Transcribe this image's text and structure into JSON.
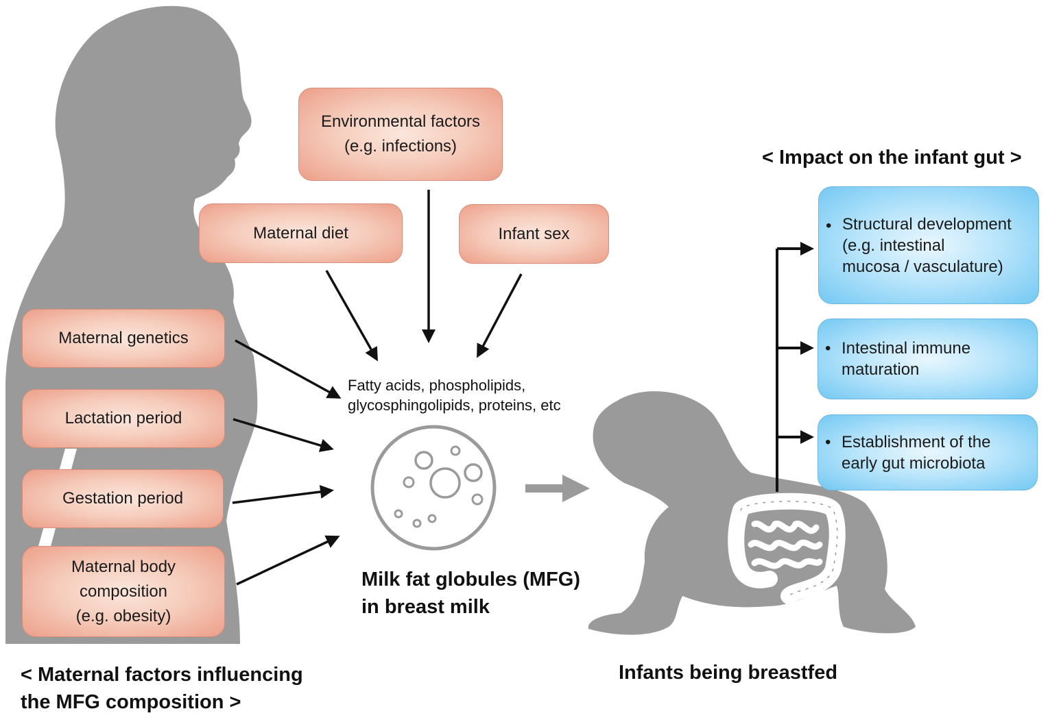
{
  "colors": {
    "silhouette": "#9a9a9a",
    "maternal_box": "#f6cdbd",
    "impact_box": "#b9e5fb",
    "arrow": "#111111",
    "mfg_arrow": "#9a9a9a"
  },
  "maternal_factors": {
    "heading": [
      "< Maternal factors influencing",
      "the MFG composition >"
    ],
    "environmental": [
      "Environmental factors",
      "(e.g. infections)"
    ],
    "diet": "Maternal diet",
    "infant_sex": "Infant sex",
    "genetics": "Maternal genetics",
    "lactation": "Lactation period",
    "gestation": "Gestation period",
    "body_composition": [
      "Maternal body",
      "composition",
      "(e.g. obesity)"
    ]
  },
  "mfg": {
    "components": [
      "Fatty acids, phospholipids,",
      "glycosphingolipids, proteins, etc"
    ],
    "label": [
      "Milk fat globules (MFG)",
      "in breast milk"
    ]
  },
  "infant": {
    "label": "Infants being breastfed"
  },
  "impact": {
    "heading": "< Impact on the infant gut >",
    "items": [
      {
        "bullet": "•",
        "lines": [
          "Structural development",
          "(e.g. intestinal",
          "mucosa / vasculature)"
        ]
      },
      {
        "bullet": "•",
        "lines": [
          "Intestinal immune",
          "maturation"
        ]
      },
      {
        "bullet": "•",
        "lines": [
          "Establishment of the",
          "early gut microbiota"
        ]
      }
    ]
  }
}
